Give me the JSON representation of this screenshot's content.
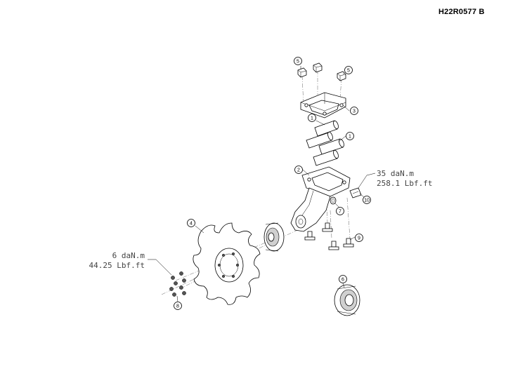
{
  "drawing": {
    "reference_code": "H22R0577   B",
    "torque_callouts": [
      {
        "id": "torque-upper",
        "line1": "35 daN.m",
        "line2": "258.1 Lbf.ft"
      },
      {
        "id": "torque-lower",
        "line1": "6 daN.m",
        "line2": "44.25 Lbf.ft"
      }
    ],
    "balloons": [
      "5",
      "5",
      "3",
      "1",
      "1",
      "2",
      "10",
      "7",
      "9",
      "4",
      "8",
      "6"
    ]
  }
}
